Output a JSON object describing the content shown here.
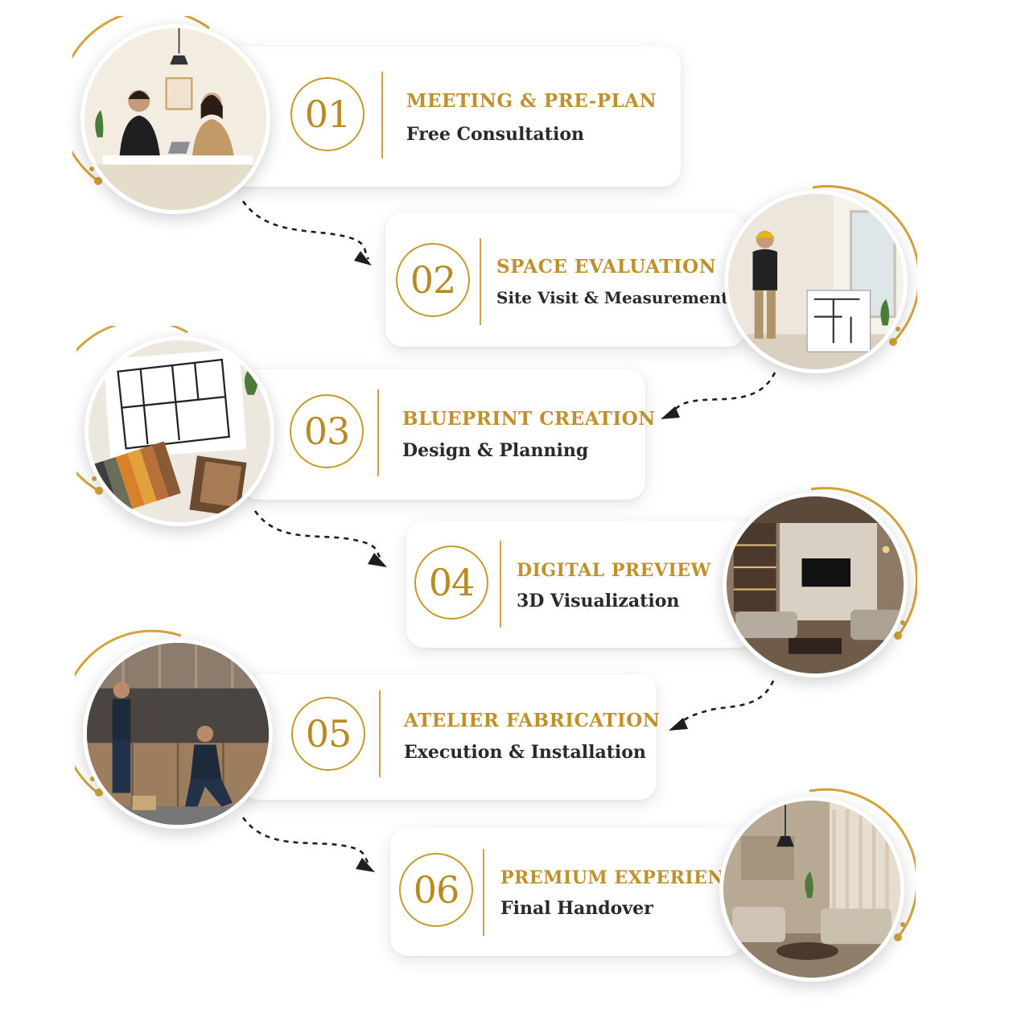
{
  "colors": {
    "gold": "#c0902a",
    "ring": "#d4a33a",
    "text": "#2a2a2a",
    "arrow": "#1e1e1e"
  },
  "steps": [
    {
      "number": "01",
      "title": "MEETING & PRE-PLAN",
      "subtitle": "Free Consultation",
      "image": "consultation-illustration"
    },
    {
      "number": "02",
      "title": "SPACE EVALUATION",
      "subtitle": "Site Visit & Measurements",
      "image": "site-measurement-photo"
    },
    {
      "number": "03",
      "title": "BLUEPRINT CREATION",
      "subtitle": "Design & Planning",
      "image": "blueprint-swatches-photo"
    },
    {
      "number": "04",
      "title": "DIGITAL PREVIEW",
      "subtitle": "3D Visualization",
      "image": "living-room-render"
    },
    {
      "number": "05",
      "title": "ATELIER FABRICATION",
      "subtitle": "Execution & Installation",
      "image": "kitchen-installation-photo"
    },
    {
      "number": "06",
      "title": "PREMIUM EXPERIENCE",
      "subtitle": "Final Handover",
      "image": "finished-living-room-photo"
    }
  ]
}
